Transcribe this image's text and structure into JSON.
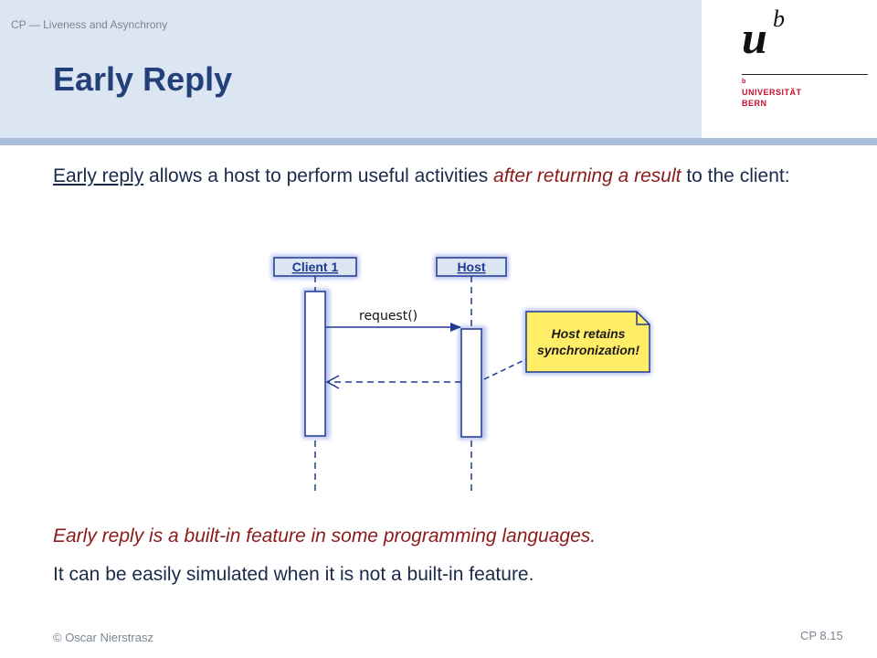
{
  "header": {
    "course_line": "CP — Liveness and Asynchrony",
    "title": "Early Reply"
  },
  "logo": {
    "u": "u",
    "b": "b",
    "sup_b": "b",
    "university": "UNIVERSITÄT",
    "city": "BERN"
  },
  "intro": {
    "term": "Early reply",
    "text1": " allows a host to perform useful activities ",
    "emph": "after returning a result",
    "text2": " to the client:"
  },
  "diagram": {
    "client_label": "Client 1",
    "host_label": "Host",
    "message_label": "request()",
    "note_line1": "Host retains",
    "note_line2": "synchronization!"
  },
  "body": {
    "line1": "Early reply is a built-in feature in some programming languages.",
    "line2": "It can be easily simulated when it is not a built-in feature."
  },
  "footer": {
    "author": "© Oscar Nierstrasz",
    "page": "CP 8.15"
  },
  "colors": {
    "title": "#24407a",
    "accent_red": "#8b1a1a",
    "header_band": "#dce6f2",
    "diagram_blue": "#1f3a93",
    "note_fill": "#ffee66"
  }
}
